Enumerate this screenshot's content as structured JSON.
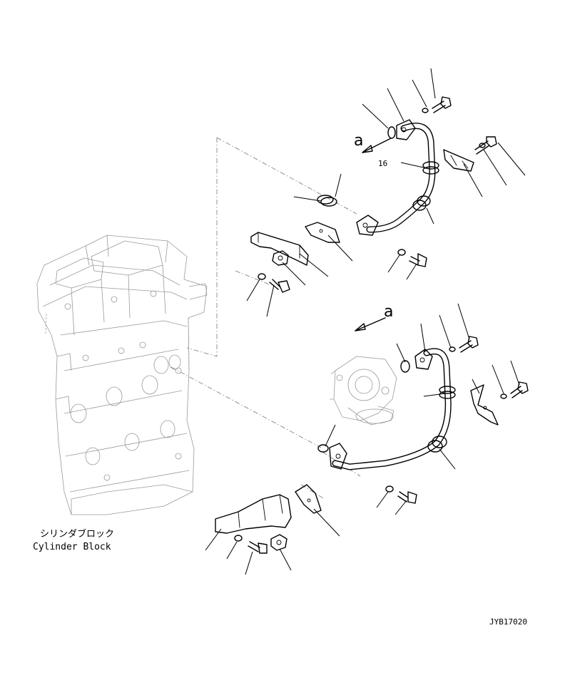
{
  "labels": {
    "view_a_top": "a",
    "view_a_bottom": "a",
    "part_number": "16",
    "cylinder_block_jp": "シリンダブロック",
    "cylinder_block_en": "Cylinder Block",
    "drawing_code": "JYB17020"
  }
}
